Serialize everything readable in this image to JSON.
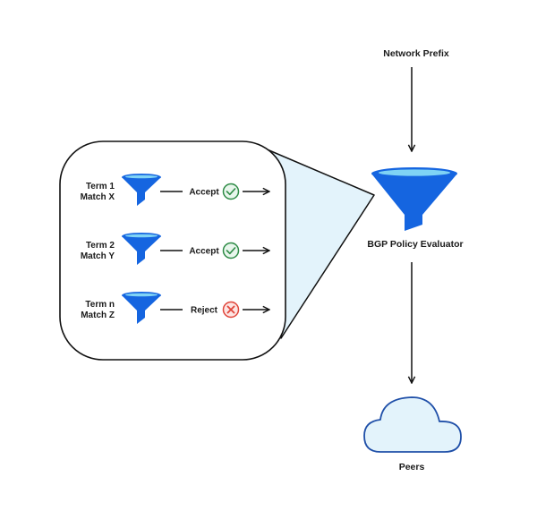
{
  "diagram": {
    "title": "BGP Policy Evaluation Flow",
    "input_label": "Network Prefix",
    "evaluator_label": "BGP Policy Evaluator",
    "output_label": "Peers",
    "colors": {
      "funnel_blue": "#1565e0",
      "funnel_rim": "#7fd3f5",
      "light_fill": "#e3f3fb",
      "cloud_stroke": "#1f4fa8",
      "accept_green": "#2e8b46",
      "accept_bg": "#e8f6ec",
      "reject_red": "#e0453a",
      "reject_bg": "#fde4e2",
      "line": "#111111"
    },
    "terms": [
      {
        "term": "Term 1",
        "match": "Match X",
        "action": "Accept",
        "status": "accept",
        "status_icon": "check-circle-icon"
      },
      {
        "term": "Term 2",
        "match": "Match Y",
        "action": "Accept",
        "status": "accept",
        "status_icon": "check-circle-icon"
      },
      {
        "term": "Term n",
        "match": "Match Z",
        "action": "Reject",
        "status": "reject",
        "status_icon": "x-circle-icon"
      }
    ]
  }
}
